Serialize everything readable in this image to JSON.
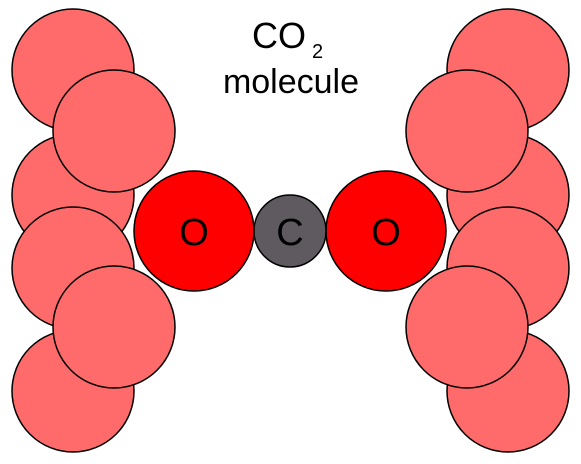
{
  "title": {
    "formula_base": "CO",
    "formula_subscript": "2",
    "line2": "molecule"
  },
  "molecule": {
    "atoms": [
      {
        "symbol": "O",
        "role": "oxygen-left"
      },
      {
        "symbol": "C",
        "role": "carbon"
      },
      {
        "symbol": "O",
        "role": "oxygen-right"
      }
    ]
  },
  "colors": {
    "background": "#ffffff",
    "wall_atom": "#ff6b6b",
    "oxygen": "#ff0000",
    "carbon": "#5f5a60",
    "outline": "#000000"
  }
}
